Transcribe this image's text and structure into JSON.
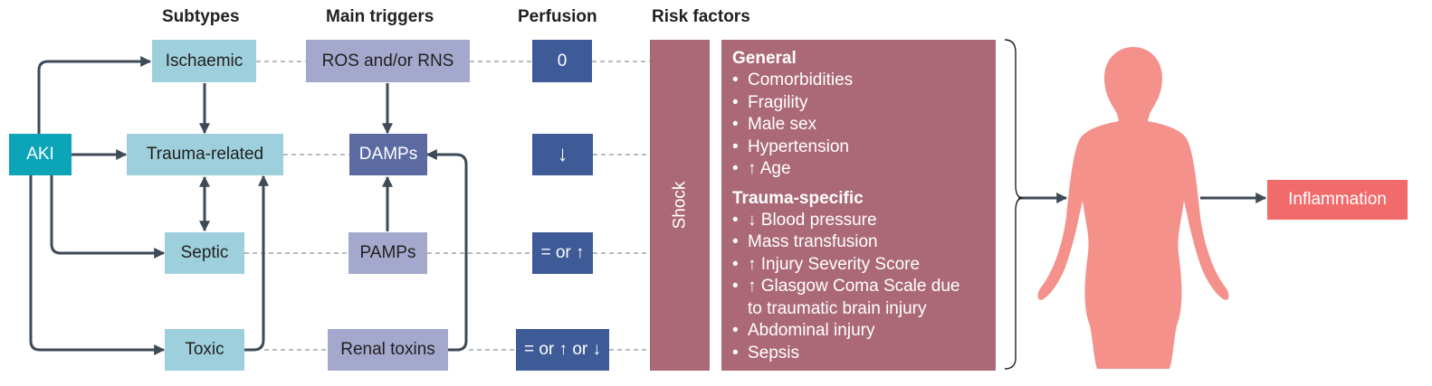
{
  "headers": {
    "subtypes": "Subtypes",
    "triggers": "Main triggers",
    "perfusion": "Perfusion",
    "risk": "Risk factors"
  },
  "aki": "AKI",
  "subtypes": {
    "ischaemic": "Ischaemic",
    "trauma": "Trauma-related",
    "septic": "Septic",
    "toxic": "Toxic"
  },
  "triggers": {
    "ros": "ROS and/or RNS",
    "damps": "DAMPs",
    "pamps": "PAMPs",
    "renal": "Renal toxins"
  },
  "perfusion": {
    "ischaemic": "0",
    "trauma": "↓",
    "septic": "= or ↑",
    "toxic": "= or ↑ or ↓"
  },
  "shock": "Shock",
  "risk_general": {
    "title": "General",
    "items": [
      "Comorbidities",
      "Fragility",
      "Male sex",
      "Hypertension",
      "↑ Age"
    ]
  },
  "risk_trauma": {
    "title": "Trauma-specific",
    "items": [
      "↓ Blood pressure",
      "Mass transfusion",
      "↑ Injury Severity Score",
      "↑ Glasgow Coma Scale due",
      "to traumatic brain injury",
      "Abdominal injury",
      "Sepsis"
    ]
  },
  "bullet": "•",
  "inflammation": "Inflammation",
  "colors": {
    "aki": "#0ca5b8",
    "subtype": "#9dd0dc",
    "trigger": "#a3a8cc",
    "trigger_dark": "#5b6ba2",
    "perfusion": "#3e5b97",
    "risk": "#ab6978",
    "body": "#f4918b",
    "inflammation": "#f26b6b",
    "arrow": "#3d4a57"
  }
}
